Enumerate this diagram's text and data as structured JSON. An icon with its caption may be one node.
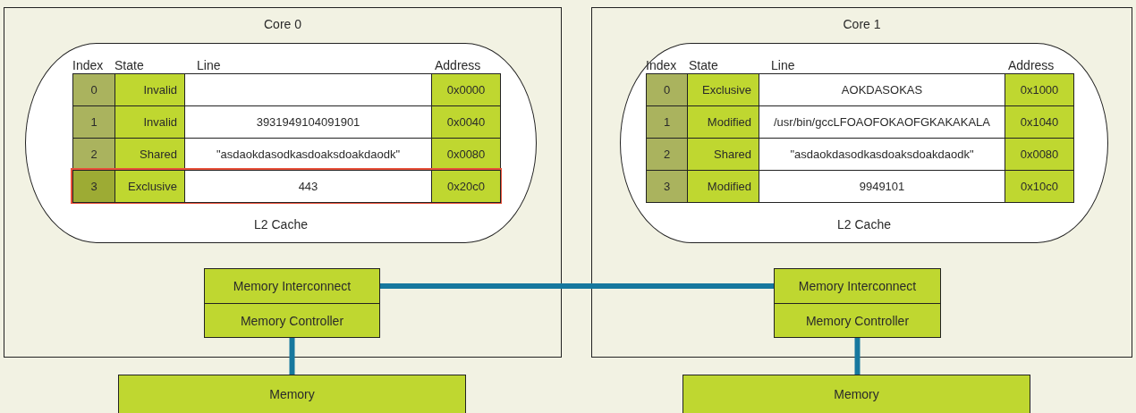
{
  "diagram": {
    "nodes": [
      {
        "text": [
          "Core 0"
        ]
      },
      {
        "text": [
          "L2 Cache"
        ],
        "in": 0
      },
      {
        "text": [
          "0"
        ],
        "in": 1
      },
      {
        "text": [
          "Invalid"
        ],
        "in": 1
      },
      {
        "text": [],
        "shape": "box",
        "in": 1
      },
      {
        "text": [
          "0x0000"
        ],
        "in": 1
      },
      {
        "text": [
          "1"
        ],
        "in": 1
      },
      {
        "text": [
          "Invalid"
        ],
        "in": 1
      },
      {
        "text": [
          "3931949104091901"
        ],
        "in": 1
      },
      {
        "text": [
          "0x0040"
        ],
        "in": 1
      },
      {
        "text": [
          "2"
        ],
        "in": 1
      },
      {
        "text": [
          "Shared"
        ],
        "in": 1
      },
      {
        "text": [
          "\"asdaokdasodkasdoaksdoakdaodk\""
        ],
        "in": 1
      },
      {
        "text": [
          "0x0080"
        ],
        "in": 1
      },
      {
        "text": [],
        "shape": "box",
        "in": 1
      },
      {
        "text": [
          "3"
        ],
        "in": 14
      },
      {
        "text": [
          "Exclusive"
        ],
        "in": 14
      },
      {
        "text": [
          "443"
        ],
        "in": 14
      },
      {
        "text": [
          "0x20c0"
        ],
        "in": 14
      },
      {
        "text": [
          "Memory Interconnect"
        ],
        "in": 0
      },
      {
        "text": [
          "Memory Controller"
        ],
        "in": 0
      },
      {
        "text": [
          "Core 1"
        ]
      },
      {
        "text": [
          "L2 Cache"
        ],
        "in": 21
      },
      {
        "text": [
          "0"
        ],
        "in": 22
      },
      {
        "text": [
          "Exclusive"
        ],
        "in": 22
      },
      {
        "text": [
          "AOKDASOKAS"
        ],
        "in": 22
      },
      {
        "text": [
          "0x1000"
        ],
        "in": 22
      },
      {
        "text": [
          "1"
        ],
        "in": 22
      },
      {
        "text": [
          "Modified"
        ],
        "in": 22
      },
      {
        "text": [
          "/usr/bin/gccLFOAOFOKAOFGKAKAKALA"
        ],
        "in": 22
      },
      {
        "text": [
          "0x1040"
        ],
        "in": 22
      },
      {
        "text": [
          "2"
        ],
        "in": 22
      },
      {
        "text": [
          "Shared"
        ],
        "in": 22
      },
      {
        "text": [
          "\"asdaokdasodkasdoaksdoakdaodk\""
        ],
        "in": 22
      },
      {
        "text": [
          "0x0080"
        ],
        "in": 22
      },
      {
        "text": [
          "3"
        ],
        "in": 22
      },
      {
        "text": [
          "Modified"
        ],
        "in": 22
      },
      {
        "text": [
          "9949101"
        ],
        "in": 22
      },
      {
        "text": [
          "0x10c0"
        ],
        "in": 22
      },
      {
        "text": [
          "Memory Interconnect"
        ],
        "in": 21
      },
      {
        "text": [
          "Memory Controller"
        ],
        "in": 21
      },
      {
        "text": [
          "Memory"
        ]
      },
      {
        "text": [
          "Memory"
        ]
      }
    ],
    "edges": [
      {
        "from": 19,
        "to": 39,
        "arrow": "none"
      },
      {
        "from": 20,
        "to": 41,
        "arrow": "none"
      },
      {
        "from": 40,
        "to": 42,
        "arrow": "none"
      }
    ],
    "labels": [
      "Index",
      "State",
      "Line",
      "Address",
      "Index",
      "State",
      "Line",
      "Address"
    ]
  }
}
